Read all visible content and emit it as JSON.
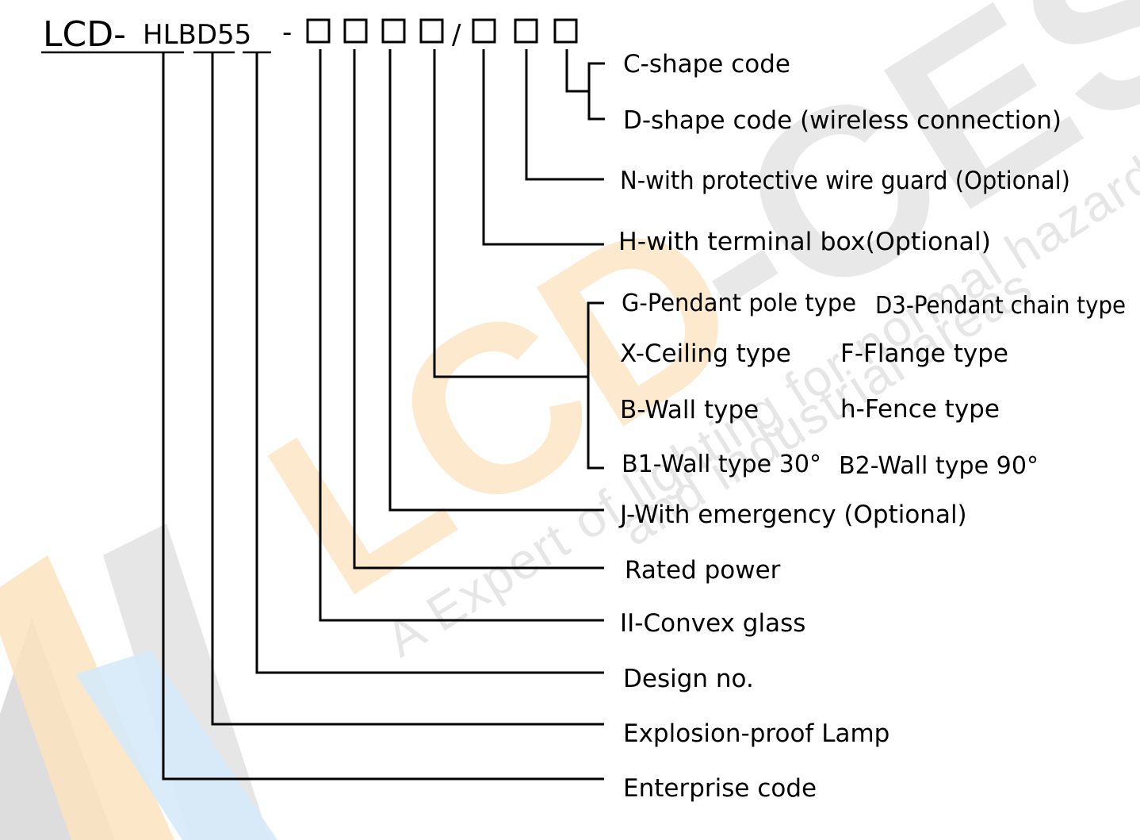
{
  "watermark": {
    "logo_text": "LCD-CESP",
    "tagline_1": "A Expert of lighting for normal hazardous",
    "tagline_2": "and industrial areas",
    "colors": {
      "gray": "#cfcfcf",
      "orange": "#fde3bf",
      "blue": "#d6eaf8",
      "text": "#e3e3e3"
    }
  },
  "model_code": {
    "prefix": "LCD-",
    "series": "HLBD55",
    "separator": "-",
    "slash": "/"
  },
  "labels": {
    "c_shape": "C-shape code",
    "d_shape": "D-shape code (wireless connection)",
    "wire_guard": "N-with protective wire guard (Optional)",
    "terminal_box": "H-with terminal box(Optional)",
    "pendant_pole": "G-Pendant pole type",
    "pendant_chain": "D3-Pendant chain type",
    "ceiling": "X-Ceiling type",
    "flange": "F-Flange type",
    "wall": "B-Wall type",
    "fence": "h-Fence type",
    "wall_30": "B1-Wall type 30°",
    "wall_90": "B2-Wall type 90°",
    "emergency": "J-With emergency (Optional)",
    "rated_power": "Rated power",
    "convex_glass": "II-Convex glass",
    "design_no": "Design no.",
    "explosion_proof": "Explosion-proof Lamp",
    "enterprise": "Enterprise code"
  }
}
